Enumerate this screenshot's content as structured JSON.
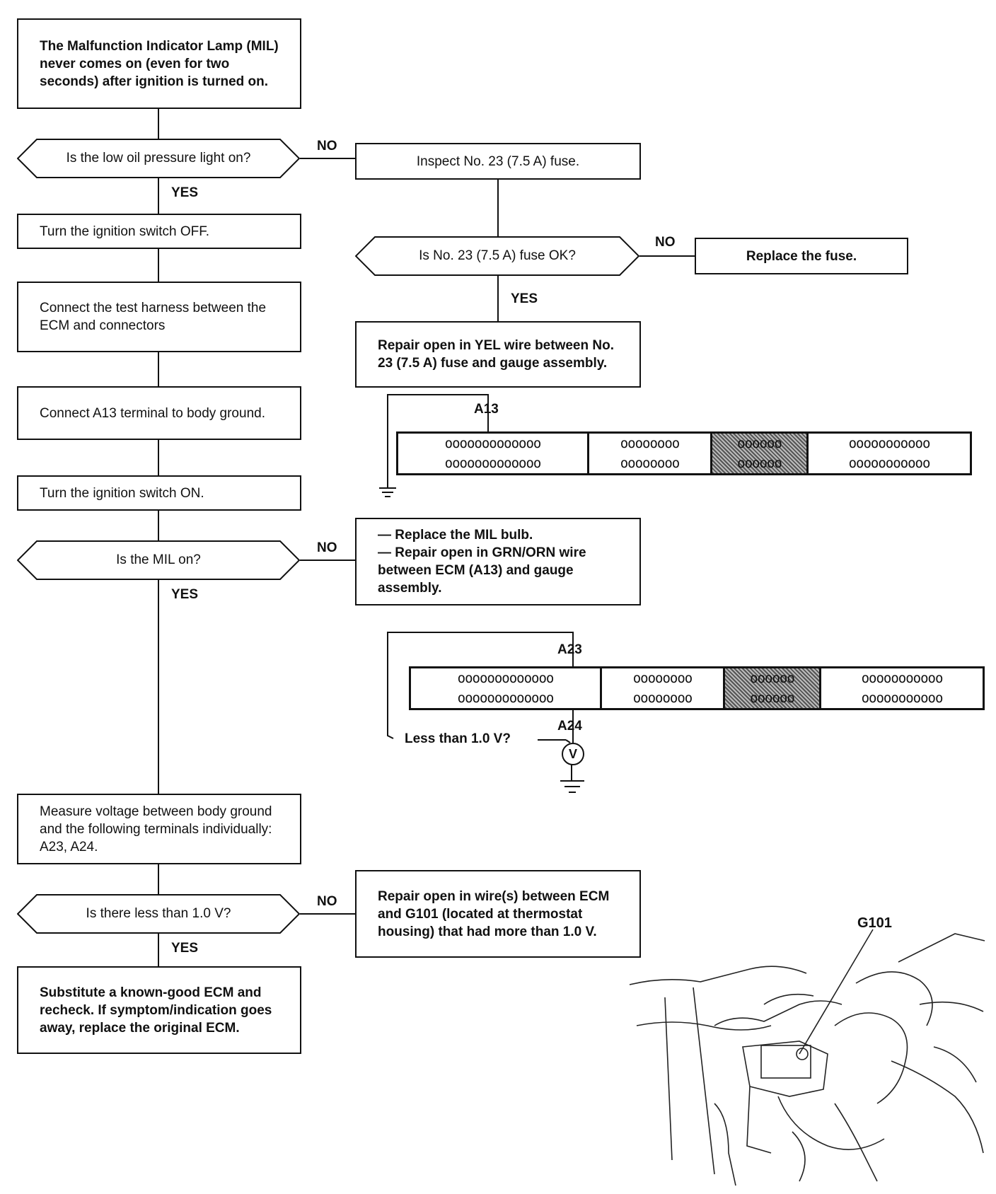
{
  "start": {
    "text": "The Malfunction Indicator Lamp (MIL) never comes on (even for two seconds) after ignition is turned on."
  },
  "steps": {
    "low_oil_question": "Is the low oil pressure light on?",
    "inspect_fuse": "Inspect No. 23 (7.5 A) fuse.",
    "fuse_ok_question": "Is No. 23 (7.5 A) fuse OK?",
    "replace_fuse": "Replace the fuse.",
    "repair_yel": "Repair open in YEL wire between No. 23 (7.5 A) fuse and gauge assembly.",
    "turn_off": "Turn the ignition switch OFF.",
    "connect_harness": "Connect the test harness between the ECM and connectors",
    "connect_a13": "Connect A13 terminal to body ground.",
    "turn_on": "Turn the ignition switch ON.",
    "mil_on_question": "Is the MIL on?",
    "replace_mil_1": "— Replace the MIL bulb.",
    "replace_mil_2": "— Repair open in GRN/ORN wire between ECM (A13) and gauge assembly.",
    "measure_voltage": "Measure voltage between body ground and the following terminals individually: A23, A24.",
    "less_voltage_question": "Is there less than 1.0 V?",
    "repair_g101": "Repair open in wire(s) between ECM and G101 (located at thermostat housing) that had more than 1.0 V.",
    "substitute_ecm": "Substitute a known-good ECM and recheck. If symptom/indication goes away, replace the original ECM."
  },
  "labels": {
    "no": "NO",
    "yes": "YES"
  },
  "connector1": {
    "pin_label": "A13",
    "segments": [
      {
        "top": "ooooooooooooo",
        "bottom": "ooooooooooooo"
      },
      {
        "top": "oooooooo",
        "bottom": "oooooooo"
      },
      {
        "top": "oooooo",
        "bottom": "oooooo"
      },
      {
        "top": "ooooooooooo",
        "bottom": "ooooooooooo"
      }
    ]
  },
  "connector2": {
    "pin_label_top": "A23",
    "pin_label_bottom": "A24",
    "question": "Less than 1.0 V?",
    "meter": "V",
    "segments": [
      {
        "top": "ooooooooooooo",
        "bottom": "ooooooooooooo"
      },
      {
        "top": "oooooooo",
        "bottom": "oooooooo"
      },
      {
        "top": "oooooo",
        "bottom": "oooooo"
      },
      {
        "top": "ooooooooooo",
        "bottom": "ooooooooooo"
      }
    ]
  },
  "illustration": {
    "label": "G101"
  }
}
